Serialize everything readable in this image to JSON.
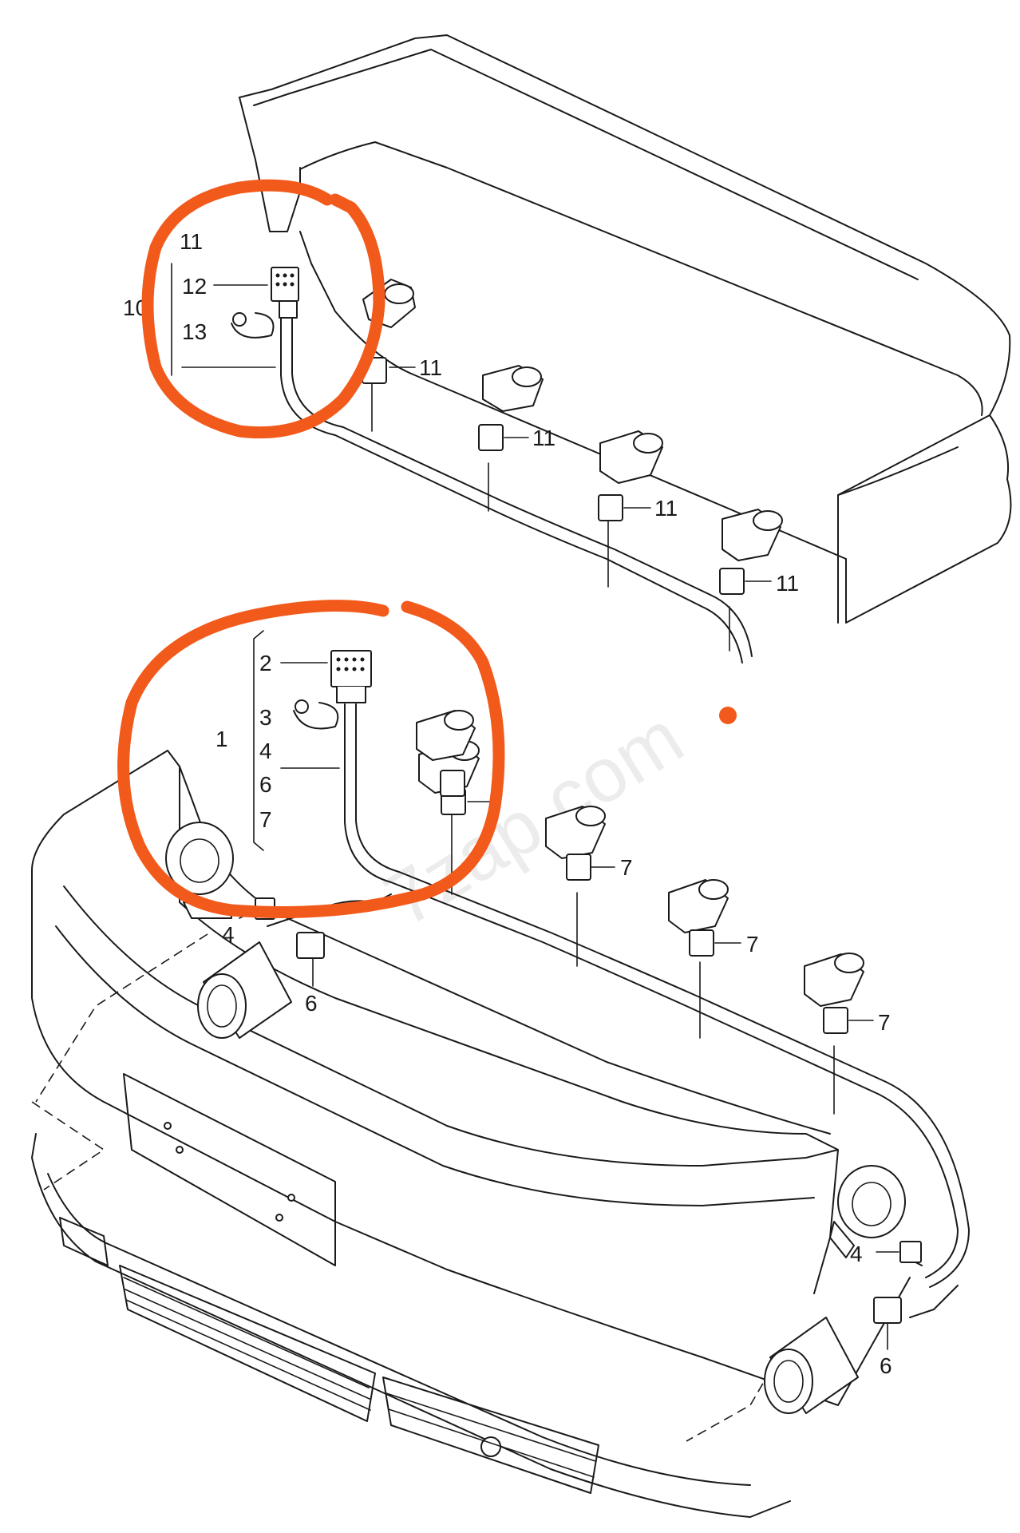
{
  "watermark": "7zap.com",
  "accent_color": "#f25a1c",
  "rear": {
    "label_10": "10",
    "label_11": "11",
    "label_12": "12",
    "label_13": "13"
  },
  "front": {
    "label_1": "1",
    "label_2": "2",
    "label_3": "3",
    "label_4": "4",
    "label_6": "6",
    "label_7": "7"
  }
}
